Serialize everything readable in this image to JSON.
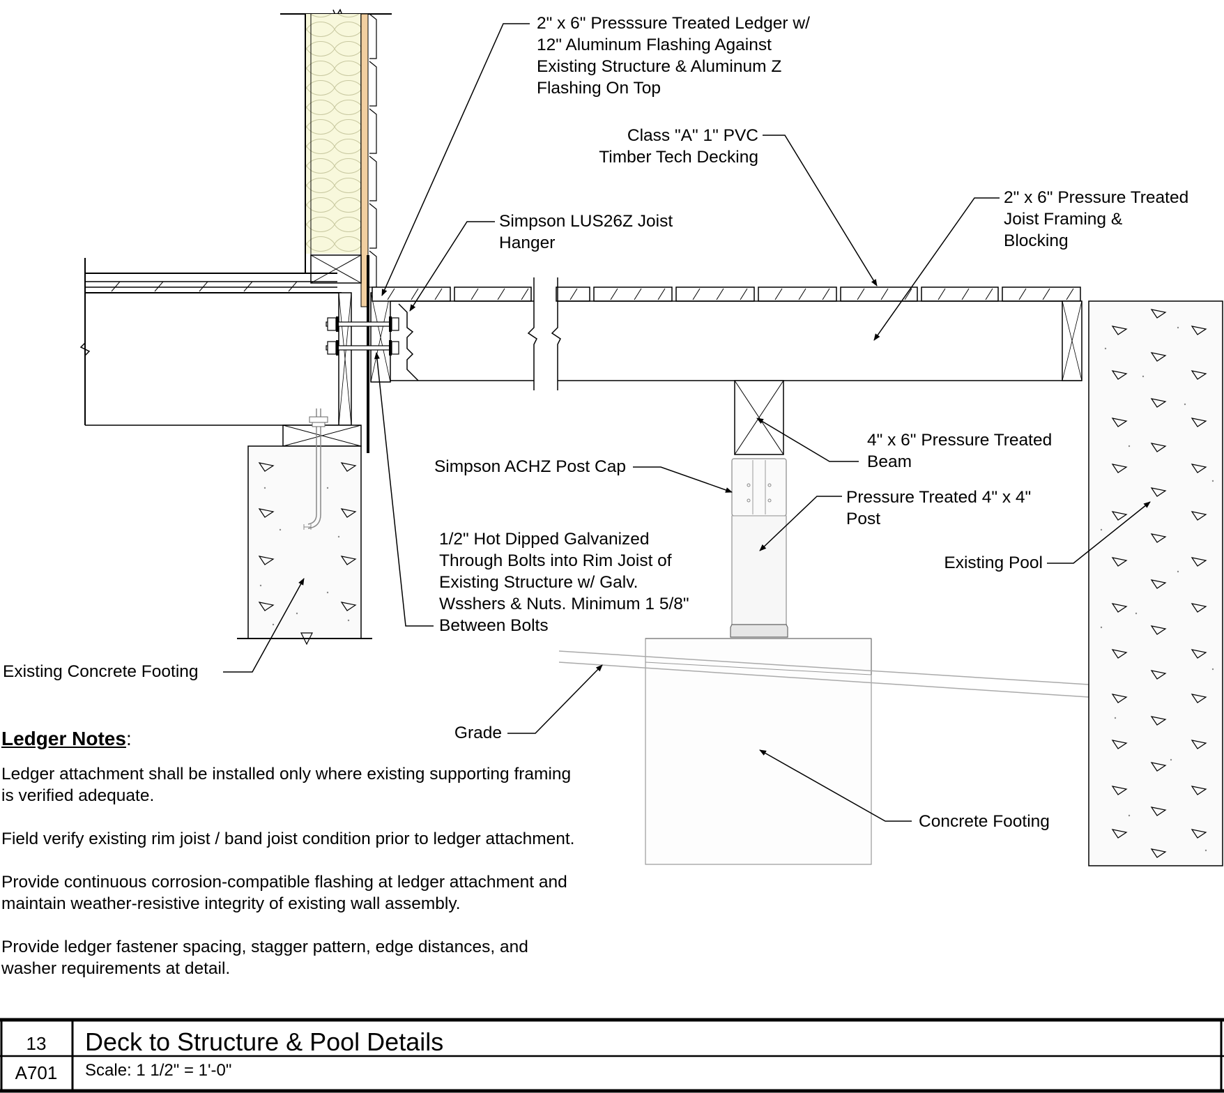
{
  "labels": {
    "ledger": [
      "2\" x 6\" Presssure Treated Ledger w/",
      "12\" Aluminum Flashing Against",
      "Existing Structure & Aluminum Z",
      "Flashing On Top"
    ],
    "decking": [
      "Class \"A\" 1\" PVC",
      "Timber Tech Decking"
    ],
    "joist_framing": [
      "2\" x 6\" Pressure Treated",
      "Joist Framing &",
      "Blocking"
    ],
    "joist_hanger": [
      "Simpson LUS26Z Joist",
      "Hanger"
    ],
    "beam": [
      "4\" x 6\" Pressure Treated",
      "Beam"
    ],
    "post_cap": [
      "Simpson ACHZ Post Cap"
    ],
    "post": [
      "Pressure Treated 4\" x 4\"",
      "Post"
    ],
    "bolts": [
      "1/2\" Hot Dipped Galvanized",
      "Through Bolts into Rim Joist of",
      "Existing Structure w/ Galv.",
      "Wsshers & Nuts. Minimum 1 5/8\"",
      "Between Bolts"
    ],
    "existing_pool": [
      "Existing Pool"
    ],
    "existing_footing": [
      "Existing Concrete Footing"
    ],
    "grade": [
      "Grade"
    ],
    "concrete_footing": [
      "Concrete Footing"
    ]
  },
  "notes": {
    "heading": "Ledger Notes",
    "heading_suffix": ":",
    "paragraphs": [
      [
        "Ledger attachment shall be installed only where existing supporting framing",
        "is verified adequate."
      ],
      [
        "Field verify existing rim joist / band joist condition prior to ledger attachment."
      ],
      [
        "Provide continuous corrosion-compatible flashing at ledger attachment and",
        "maintain weather-resistive integrity of existing wall assembly."
      ],
      [
        "Provide ledger fastener spacing, stagger pattern, edge distances, and",
        "washer requirements at detail."
      ]
    ]
  },
  "title_block": {
    "detail_number": "13",
    "sheet_number": "A701",
    "title": "Deck to Structure & Pool Details",
    "scale": "Scale: 1 1/2\" = 1'-0\""
  }
}
